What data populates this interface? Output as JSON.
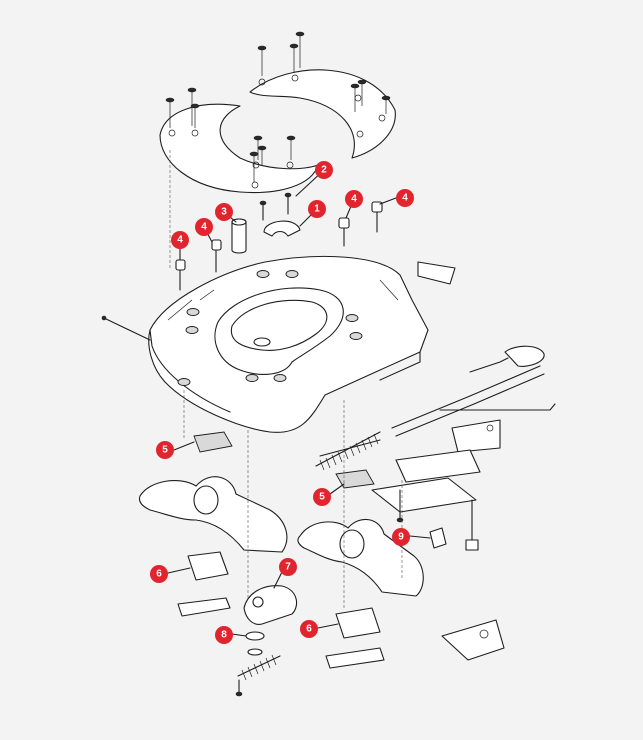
{
  "colors": {
    "background": "#f3f3f3",
    "callout": "#e1252f",
    "line": "#1f1f1f"
  },
  "callouts": [
    {
      "id": "callout-1",
      "label": "1"
    },
    {
      "id": "callout-2",
      "label": "2"
    },
    {
      "id": "callout-3",
      "label": "3"
    },
    {
      "id": "callout-4a",
      "label": "4"
    },
    {
      "id": "callout-4b",
      "label": "4"
    },
    {
      "id": "callout-4c",
      "label": "4"
    },
    {
      "id": "callout-4d",
      "label": "4"
    },
    {
      "id": "callout-5a",
      "label": "5"
    },
    {
      "id": "callout-5b",
      "label": "5"
    },
    {
      "id": "callout-6a",
      "label": "6"
    },
    {
      "id": "callout-6b",
      "label": "6"
    },
    {
      "id": "callout-7",
      "label": "7"
    },
    {
      "id": "callout-8",
      "label": "8"
    },
    {
      "id": "callout-9",
      "label": "9"
    }
  ]
}
